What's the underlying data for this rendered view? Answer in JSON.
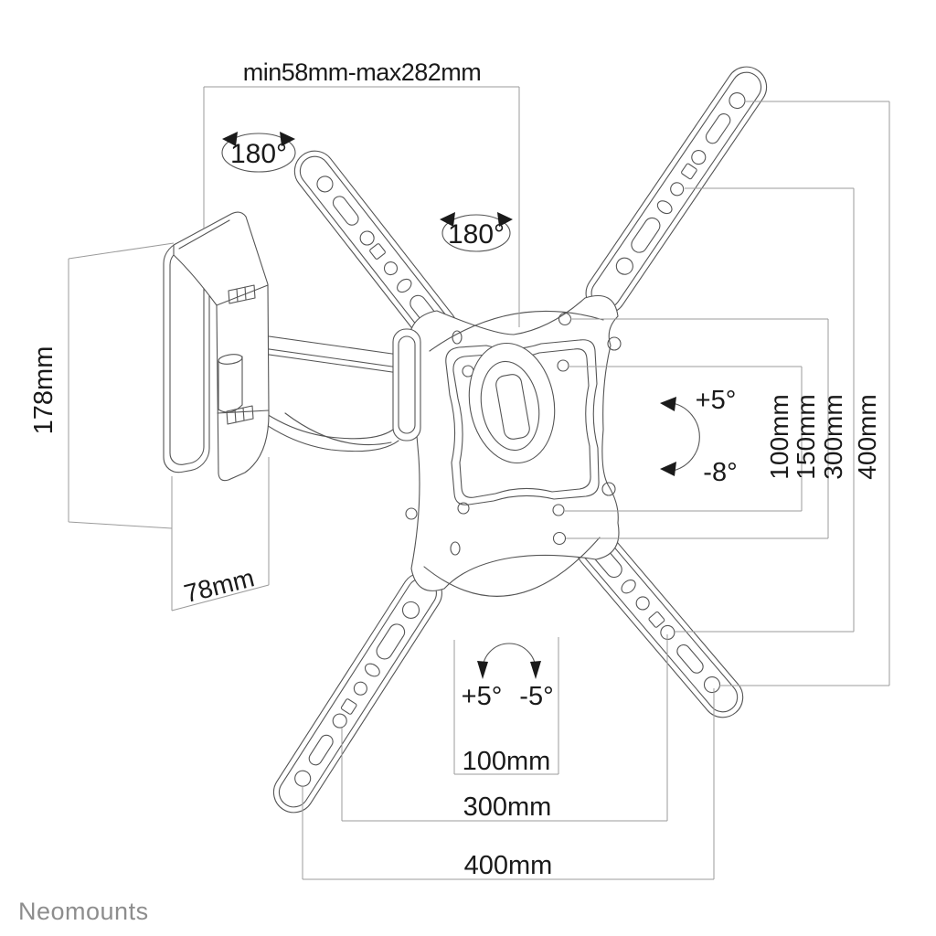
{
  "canvas": {
    "background": "#ffffff"
  },
  "colors": {
    "outline": "#555555",
    "dimension_line": "#9b9b9b",
    "label_text": "#1a1a1a",
    "brand_text": "#8d8d8d"
  },
  "labels": {
    "arm_extension": "min58mm-max282mm",
    "wall_plate_height": "178mm",
    "wall_plate_width": "78mm",
    "rotation_wall_side": "180°",
    "rotation_tv_side": "180°",
    "tilt_up": "+5°",
    "tilt_down": "-8°",
    "swivel_left": "+5°",
    "swivel_right": "-5°",
    "brand": "Neomounts"
  },
  "vesa_vertical": {
    "d100": "100mm",
    "d150": "150mm",
    "d300": "300mm",
    "d400": "400mm"
  },
  "vesa_horizontal": {
    "d100": "100mm",
    "d300": "300mm",
    "d400": "400mm"
  }
}
